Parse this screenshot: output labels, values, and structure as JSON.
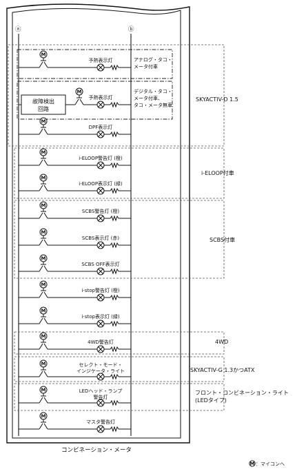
{
  "bus": {
    "a": "ⓐ",
    "b": "ⓑ"
  },
  "meter_caption": "コンビネーション・メータ",
  "legend": {
    "symbol": "Ⓜ",
    "text": "：マイコンへ"
  },
  "circuit_block": [
    "故障検出",
    "回路"
  ],
  "mark": "M",
  "lamps": [
    {
      "lines": [
        "予熱表示灯"
      ]
    },
    {
      "lines": [
        "予熱表示灯"
      ]
    },
    {
      "lines": [
        "DPF表示灯"
      ]
    },
    {
      "lines": [
        "i-ELOOP警告灯 (橙)"
      ]
    },
    {
      "lines": [
        "i-ELOOP表示灯 (緑)"
      ]
    },
    {
      "lines": [
        "SCBS警告灯 (橙)"
      ]
    },
    {
      "lines": [
        "SCBS表示灯 (赤)"
      ]
    },
    {
      "lines": [
        "SCBS OFF表示灯"
      ]
    },
    {
      "lines": [
        "i-stop警告灯 (橙)"
      ]
    },
    {
      "lines": [
        "i-stop表示灯 (緑)"
      ]
    },
    {
      "lines": [
        "4WD警告灯"
      ]
    },
    {
      "lines": [
        "セレクト・モード・",
        "インジケータ・ライト"
      ]
    },
    {
      "lines": [
        "LEDヘッド・ランプ",
        "警告灯"
      ]
    },
    {
      "lines": [
        "マスタ警告灯"
      ]
    }
  ],
  "sub_notes": [
    {
      "lines": [
        "アナログ・タコ・",
        "メータ付車"
      ]
    },
    {
      "lines": [
        "デジタル・タコ・",
        "メータ付車、",
        "タコ・メータ無車"
      ]
    }
  ],
  "groups": [
    {
      "lines": [
        "SKYACTIV-D 1.5"
      ]
    },
    {
      "lines": [
        "i-ELOOP付車"
      ]
    },
    {
      "lines": [
        "SCBS付車"
      ]
    },
    {
      "lines": [
        "4WD"
      ]
    },
    {
      "lines": [
        "SKYACTIV-G 1.3かつATX"
      ]
    },
    {
      "lines": [
        "フロント・コンビネーション・ライト",
        "(LEDタイプ)"
      ]
    }
  ]
}
